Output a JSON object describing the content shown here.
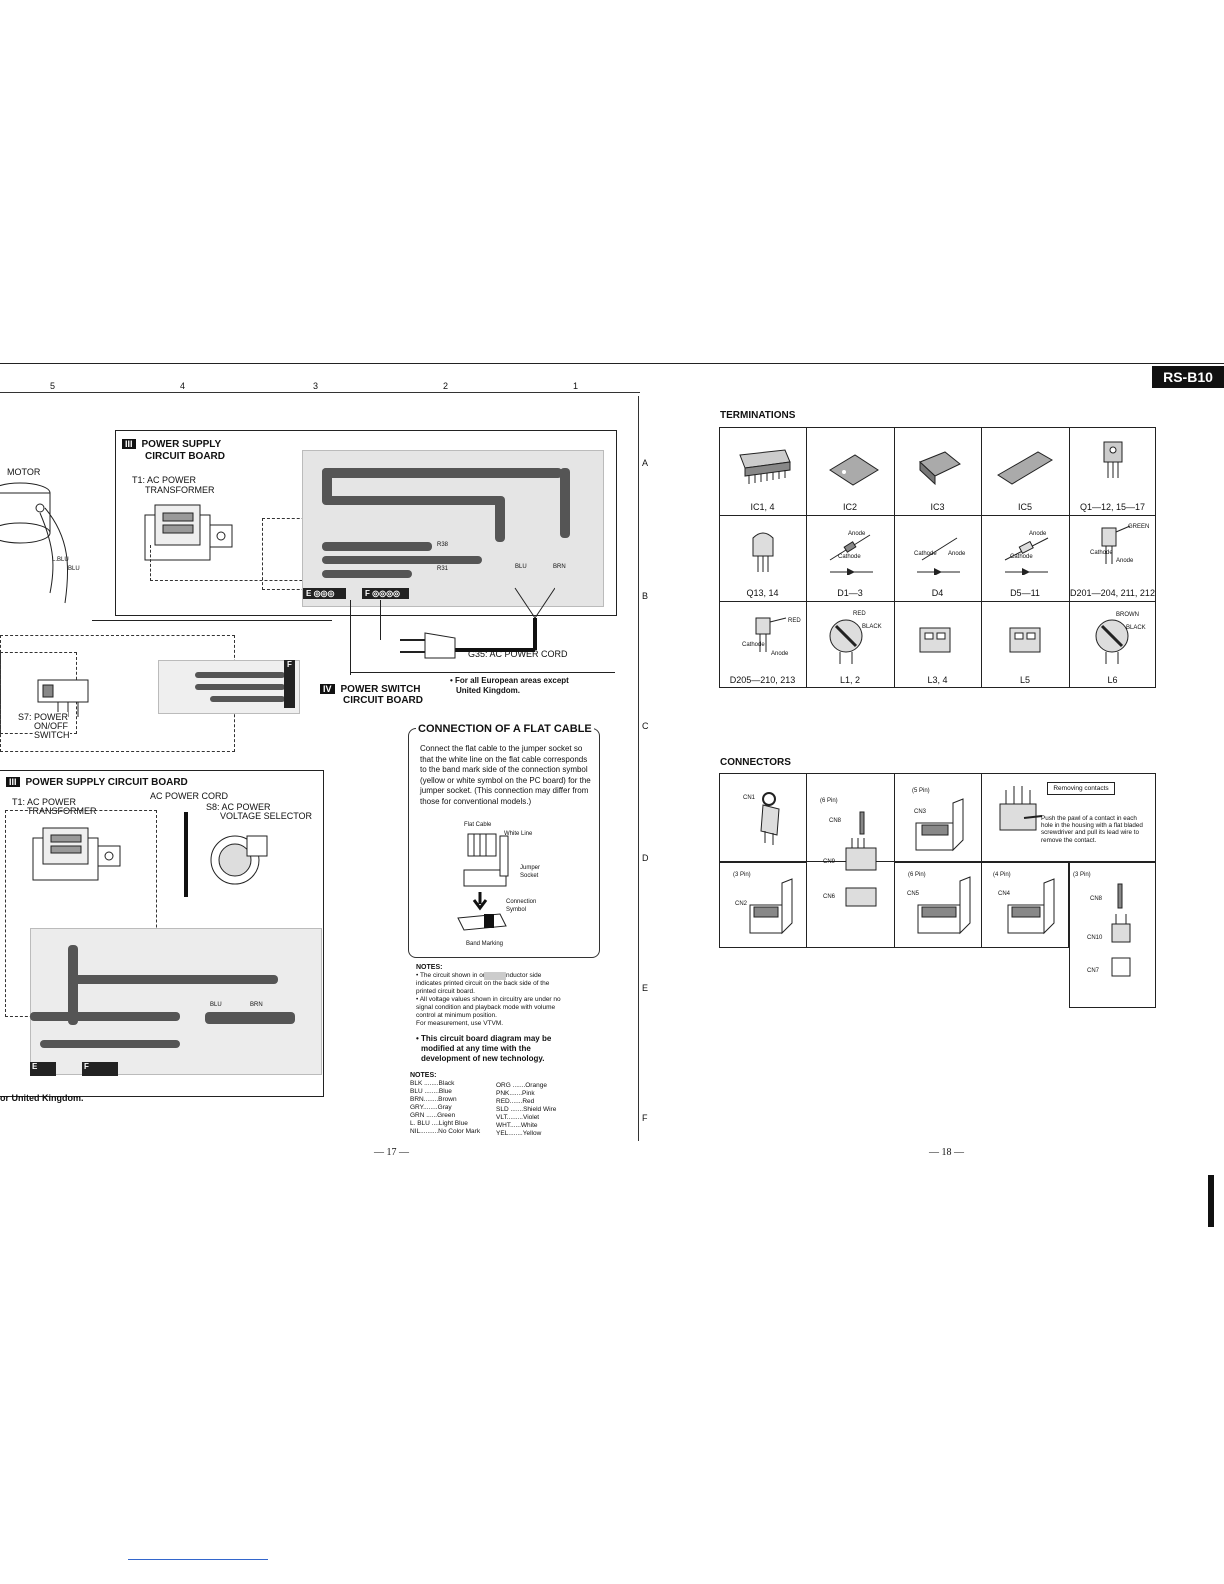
{
  "model_badge": "RS-B10",
  "column_numbers": [
    "5",
    "4",
    "3",
    "2",
    "1"
  ],
  "row_letters": [
    "A",
    "B",
    "C",
    "D",
    "E",
    "F"
  ],
  "left_page": {
    "board3_top": {
      "roman": "III",
      "title_line1": "POWER SUPPLY",
      "title_line2": "CIRCUIT BOARD",
      "t1_label_line1": "T1: AC POWER",
      "t1_label_line2": "TRANSFORMER",
      "motor_label": "MOTOR",
      "wire_lblu": "L.BLU",
      "wire_blu": "BLU",
      "r_labels": [
        "R38",
        "R31"
      ],
      "wire_blu2": "BLU",
      "wire_brn": "BRN",
      "conn_e": "E",
      "conn_f": "F"
    },
    "power_cord_label": "G35: AC POWER CORD",
    "european_note_line1": "• For all European areas except",
    "european_note_line2": "United Kingdom.",
    "board4": {
      "roman": "IV",
      "title_line1": "POWER SWITCH",
      "title_line2": "CIRCUIT BOARD",
      "s7_line1": "S7: POWER",
      "s7_line2": "ON/OFF",
      "s7_line3": "SWITCH",
      "conn_f": "F"
    },
    "board3_bottom": {
      "roman": "III",
      "title": "POWER SUPPLY CIRCUIT BOARD",
      "ac_cord_label": "AC POWER CORD",
      "t1_label_line1": "T1: AC POWER",
      "t1_label_line2": "TRANSFORMER",
      "s8_line1": "S8: AC POWER",
      "s8_line2": "VOLTAGE SELECTOR",
      "wire_blu": "BLU",
      "wire_brn": "BRN",
      "conn_e": "E",
      "conn_f": "F"
    },
    "uk_note": "or United Kingdom.",
    "flat_cable": {
      "title": "CONNECTION OF A FLAT CABLE",
      "body": "Connect the flat cable to the jumper socket so that the white line on the flat cable corresponds to the band mark side of the connection symbol (yellow or white symbol on the PC board) for the jumper socket.  (This connection may differ from those for conventional models.)",
      "labels": [
        "Flat Cable",
        "White Line",
        "Jumper Socket",
        "Connection Symbol",
        "Band Marking"
      ]
    },
    "notes1": {
      "heading": "NOTES:",
      "lines": [
        "• The circuit shown in         on the conductor side",
        "  indicates printed circuit on the back side of the",
        "  printed circuit board.",
        "• All voltage values shown in circuitry are under no",
        "  signal condition and playback mode with volume",
        "  control at minimum position.",
        "  For measurement, use VTVM."
      ]
    },
    "modified_note_line1": "• This circuit board diagram may be",
    "modified_note_line2": "modified at any time with the",
    "modified_note_line3": "development of new technology.",
    "notes2": {
      "heading": "NOTES:",
      "col1": [
        "BLK ........Black",
        "BLU ........Blue",
        "BRN........Brown",
        "GRY........Gray",
        "GRN ......Green",
        "L. BLU ....Light Blue",
        "NIL..........No Color Mark"
      ],
      "col2": [
        "ORG .......Orange",
        "PNK.......Pink",
        "RED.......Red",
        "SLD .......Shield Wire",
        "VLT.........Violet",
        "WHT......White",
        "YEL........Yellow"
      ]
    },
    "page_number": "— 17 —"
  },
  "right_page": {
    "terminations": {
      "heading": "TERMINATIONS",
      "cells": [
        "IC1, 4",
        "IC2",
        "IC3",
        "IC5",
        "Q1—12, 15—17",
        "Q13, 14",
        "D1—3",
        "D4",
        "D5—11",
        "D201—204, 211, 212",
        "D205—210, 213",
        "L1, 2",
        "L3, 4",
        "L5",
        "L6"
      ],
      "small_labels": {
        "anode": "Anode",
        "cathode": "Cathode",
        "green": "GREEN",
        "red": "RED",
        "black": "BLACK",
        "brown": "BROWN"
      }
    },
    "connectors": {
      "heading": "CONNECTORS",
      "removing_title": "Removing contacts",
      "removing_text": "Push the pawl of a contact in each hole in the housing with a flat bladed screwdriver and pull its lead wire to remove the contact.",
      "labels": {
        "cn1": "CN1",
        "six_pin_a": "(6 Pin)",
        "cn8a": "CN8",
        "cn9": "CN9",
        "cn6": "CN6",
        "five_pin": "(5 Pin)",
        "cn3": "CN3",
        "three_pin_a": "(3 Pin)",
        "cn2": "CN2",
        "six_pin_b": "(6 Pin)",
        "cn5": "CN5",
        "four_pin": "(4 Pin)",
        "cn4": "CN4",
        "three_pin_b": "(3 Pin)",
        "cn8b": "CN8",
        "cn10": "CN10",
        "cn7": "CN7"
      }
    },
    "page_number": "— 18 —"
  }
}
